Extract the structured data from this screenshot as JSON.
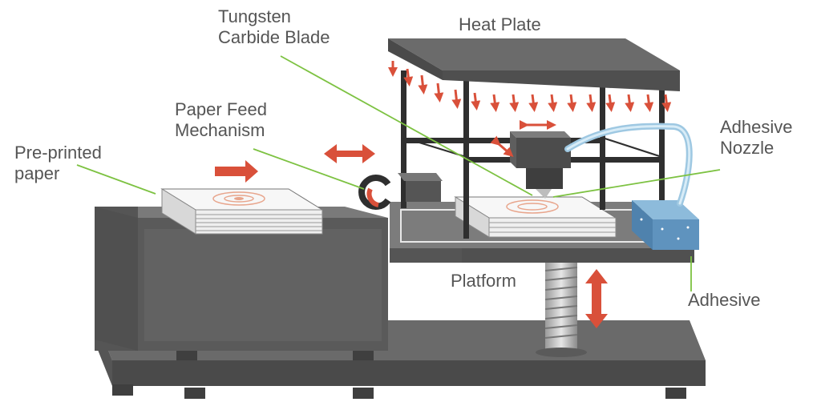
{
  "labels": {
    "tungsten_blade": [
      "Tungsten",
      "Carbide Blade"
    ],
    "heat_plate": "Heat Plate",
    "paper_feed": [
      "Paper Feed",
      "Mechanism"
    ],
    "pre_printed": [
      "Pre-printed",
      "paper"
    ],
    "adhesive_nozzle": [
      "Adhesive",
      "Nozzle"
    ],
    "platform": "Platform",
    "adhesive": "Adhesive"
  },
  "colors": {
    "machine_dark": "#4b4b4b",
    "machine_mid": "#5f5f5f",
    "machine_light": "#757575",
    "arrow": "#d9503a",
    "leader": "#7dc242",
    "paper": "#f4f4f4",
    "adhesive_box": "#6fa3c9",
    "tube": "#a9d1e8"
  }
}
